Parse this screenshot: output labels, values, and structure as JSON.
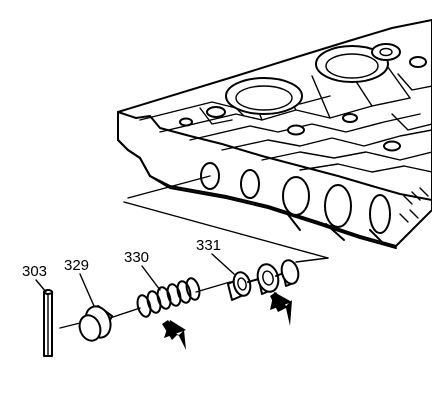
{
  "callouts": {
    "pin": "303",
    "plug": "329",
    "spring": "330",
    "valve": "331"
  },
  "colors": {
    "ink": "#000000",
    "paper": "#ffffff"
  },
  "icons": [
    "arrow-icon",
    "arrow-icon"
  ]
}
